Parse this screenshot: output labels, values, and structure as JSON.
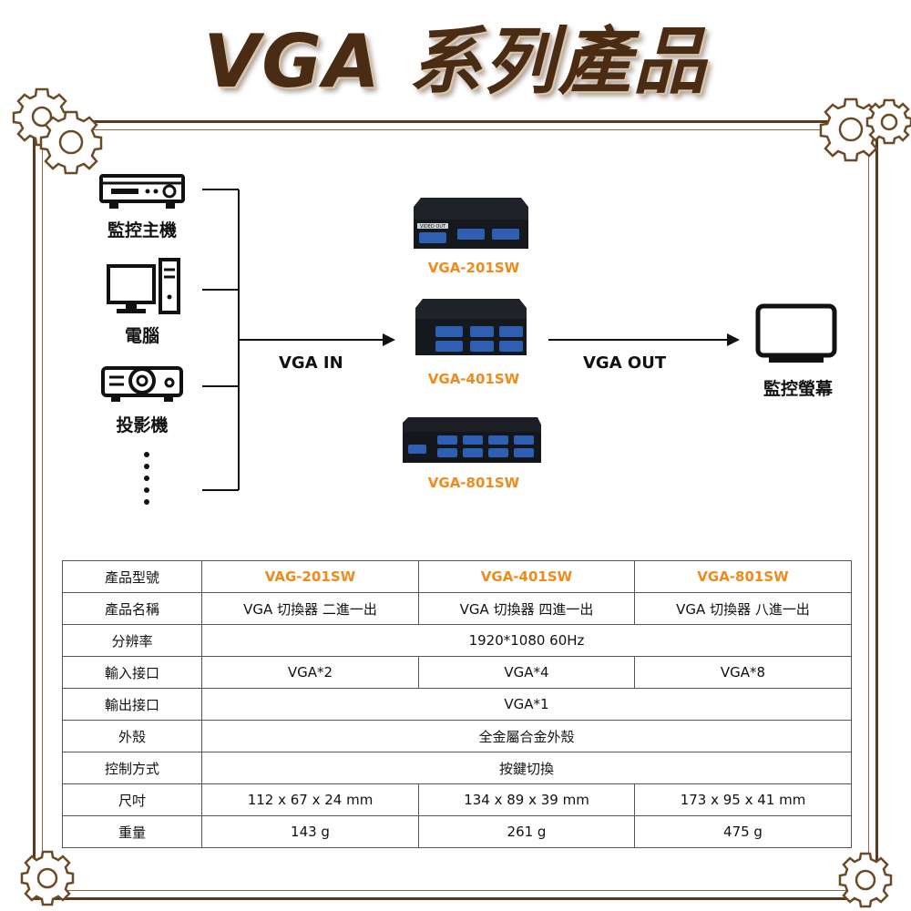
{
  "title": "VGA 系列產品",
  "sources": [
    {
      "label": "監控主機",
      "icon": "dvr-icon"
    },
    {
      "label": "電腦",
      "icon": "computer-icon"
    },
    {
      "label": "投影機",
      "icon": "projector-icon"
    }
  ],
  "flow": {
    "in_label": "VGA IN",
    "out_label": "VGA OUT",
    "monitor_label": "監控螢幕"
  },
  "products": [
    {
      "label": "VGA-201SW",
      "device_text": "VIDEO OUT"
    },
    {
      "label": "VGA-401SW"
    },
    {
      "label": "VGA-801SW"
    }
  ],
  "colors": {
    "accent": "#f08a1a",
    "frame": "#5a3a1c",
    "title": "#4a2c14",
    "device": "#1f2227",
    "port": "#2f5fb3"
  },
  "table": {
    "header_label": "產品型號",
    "models": [
      "VAG-201SW",
      "VGA-401SW",
      "VGA-801SW"
    ],
    "rows": [
      {
        "label": "產品名稱",
        "values": [
          "VGA 切換器 二進一出",
          "VGA 切換器 四進一出",
          "VGA 切換器 八進一出"
        ]
      },
      {
        "label": "分辨率",
        "span": "1920*1080 60Hz"
      },
      {
        "label": "輸入接口",
        "values": [
          "VGA*2",
          "VGA*4",
          "VGA*8"
        ]
      },
      {
        "label": "輸出接口",
        "span": "VGA*1"
      },
      {
        "label": "外殼",
        "span": "全金屬合金外殼"
      },
      {
        "label": "控制方式",
        "span": "按鍵切換"
      },
      {
        "label": "尺吋",
        "values": [
          "112 x 67 x 24 mm",
          "134 x 89 x 39 mm",
          "173 x 95 x 41 mm"
        ]
      },
      {
        "label": "重量",
        "values": [
          "143 g",
          "261 g",
          "475 g"
        ]
      }
    ]
  }
}
